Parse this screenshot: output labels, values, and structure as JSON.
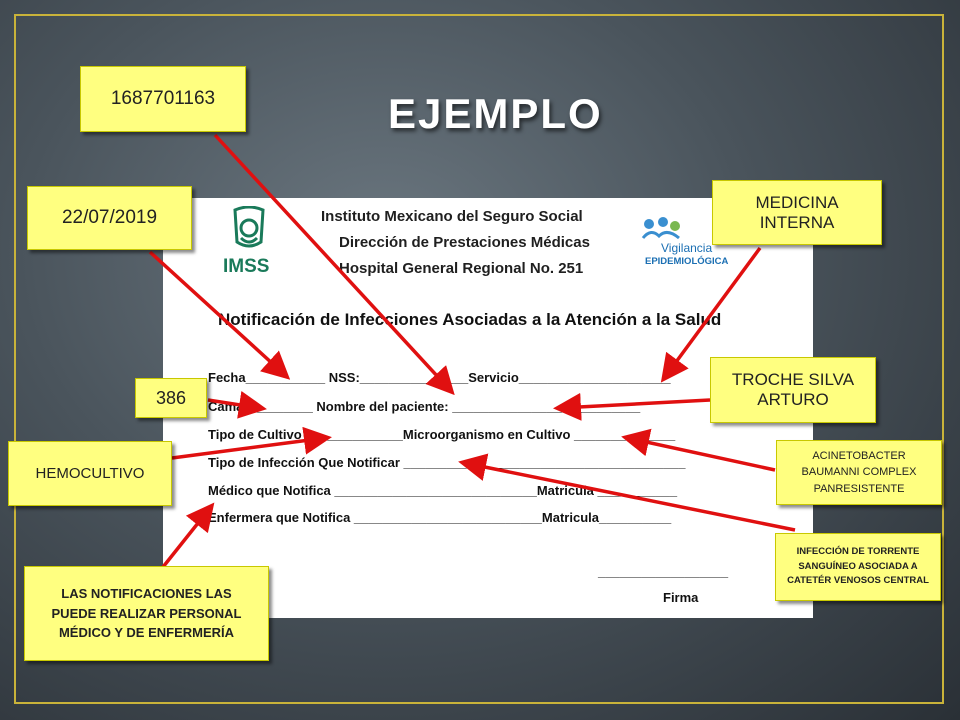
{
  "slide": {
    "title": "EJEMPLO"
  },
  "form": {
    "header": [
      "Instituto Mexicano del Seguro Social",
      "Dirección de Prestaciones Médicas",
      "Hospital General Regional No. 251"
    ],
    "imss_label": "IMSS",
    "vigilancia_line1": "Vigilancia",
    "vigilancia_line2": "EPIDEMIOLÓGICA",
    "title": "Notificación de Infecciones Asociadas a la Atención a la Salud",
    "rows": [
      "Fecha___________ NSS:_______________Servicio_____________________",
      "Cama:_________     Nombre del paciente: __________________________",
      "Tipo de Cultivo______________Microorganismo en Cultivo ______________",
      "Tipo de Infección Que Notificar _______________________________________",
      "Médico que Notifica ____________________________Matricula ___________",
      "Enfermera que Notifica __________________________Matricula__________"
    ],
    "signature_line": "__________________",
    "signature_label": "Firma"
  },
  "callouts": {
    "nss": "1687701163",
    "date": "22/07/2019",
    "service": "MEDICINA INTERNA",
    "patient": "TROCHE SILVA ARTURO",
    "bed": "386",
    "culture": "HEMOCULTIVO",
    "organism": "ACINETOBACTER BAUMANNI COMPLEX PANRESISTENTE",
    "infection": "INFECCIÓN DE TORRENTE SANGUÍNEO ASOCIADA A CATETÉR VENOSOS CENTRAL",
    "staff": "LAS NOTIFICACIONES LAS PUEDE REALIZAR PERSONAL MÉDICO Y DE ENFERMERÍA"
  },
  "colors": {
    "arrow": "#e01010",
    "callout": "#ffff80",
    "frame": "#c9b33a"
  }
}
